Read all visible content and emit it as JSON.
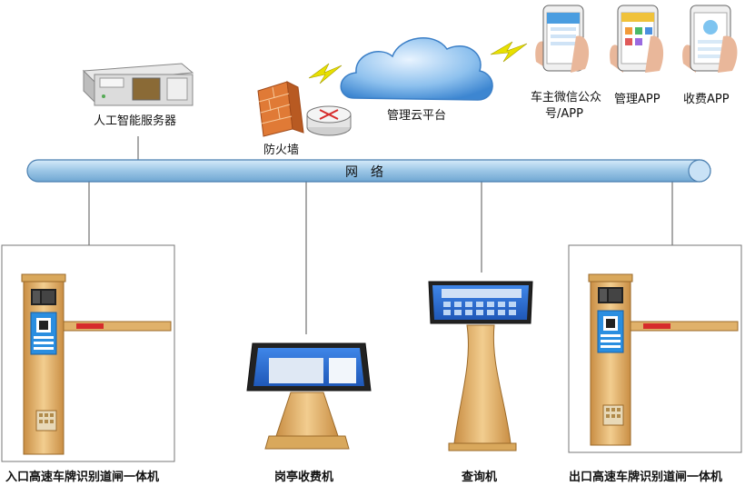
{
  "labels": {
    "server": "人工智能服务器",
    "firewall": "防火墙",
    "cloud": "管理云平台",
    "app_owner_line1": "车主微信公众",
    "app_owner_line2": "号/APP",
    "app_manage": "管理APP",
    "app_fee": "收费APP",
    "network": "网　络",
    "entry_gate": "入口高速车牌识别道闸一体机",
    "booth": "岗亭收费机",
    "query": "查询机",
    "exit_gate": "出口高速车牌识别道闸一体机"
  },
  "colors": {
    "bus_fill": "#a9cde9",
    "bus_stroke": "#4a7fb0",
    "gate_body": "#e0b16a",
    "gate_arm": "#e0b16a",
    "arm_stripe": "#d62b2b",
    "screen": "#2a6fd6",
    "firewall": "#e07a36",
    "cloud": "#4a90d8",
    "lightning": "#e8d800"
  }
}
